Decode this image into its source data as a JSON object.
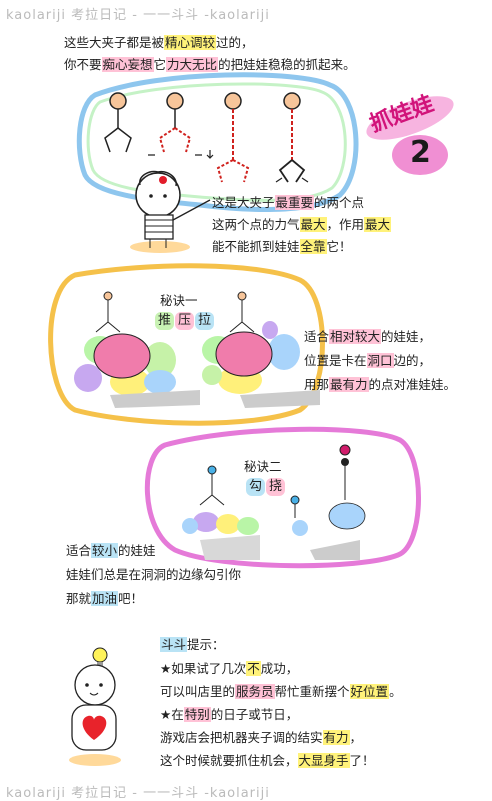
{
  "watermark": {
    "top": "kaolariji  考拉日记 - 一一斗斗 -kaolariji",
    "bottom": "kaolariji  考拉日记 - 一一斗斗 -kaolariji"
  },
  "intro": {
    "line1_a": "这些大夹子都是被",
    "line1_hl": "精心调较",
    "line1_b": "过的，",
    "line2_a": "你不要",
    "line2_hl1": "痴心妄想",
    "line2_b": "它",
    "line2_hl2": "力大无比",
    "line2_c": "的把娃娃稳稳的抓起来。"
  },
  "title": {
    "main": "抓娃娃",
    "number": "2"
  },
  "claw_note": {
    "line1_a": "这是大夹子",
    "line1_hl": "最重要",
    "line1_b": "的两个点",
    "line2_a": "这两个点的力气",
    "line2_hl1": "最大",
    "line2_b": "，作用",
    "line2_hl2": "最大",
    "line3_a": "能不能抓到娃娃",
    "line3_hl": "全靠",
    "line3_b": "它！"
  },
  "secret1": {
    "label": "秘诀一",
    "actions": [
      "推",
      "压",
      "拉"
    ],
    "desc_line1_a": "适合",
    "desc_line1_hl": "相对较大",
    "desc_line1_b": "的娃娃，",
    "desc_line2_a": "位置是卡在",
    "desc_line2_hl": "洞口",
    "desc_line2_b": "边的，",
    "desc_line3_a": "用那",
    "desc_line3_hl": "最有力",
    "desc_line3_b": "的点对准娃娃。"
  },
  "secret2": {
    "label": "秘诀二",
    "actions": [
      "勾",
      "挠"
    ],
    "desc_line1_a": "适合",
    "desc_line1_hl": "较小",
    "desc_line1_b": "的娃娃",
    "desc_line2": "娃娃们总是在洞洞的边缘勾引你",
    "desc_line3_a": "那就",
    "desc_line3_hl": "加油",
    "desc_line3_b": "吧！"
  },
  "tips": {
    "header_hl": "斗斗",
    "header_b": "提示：",
    "l1_a": "★如果试了几次",
    "l1_hl": "不",
    "l1_b": "成功，",
    "l2_a": "可以叫店里的",
    "l2_hl1": "服务员",
    "l2_b": "帮忙重新摆个",
    "l2_hl2": "好位置",
    "l2_c": "。",
    "l3_a": "★在",
    "l3_hl": "特别",
    "l3_b": "的日子或节日，",
    "l4_a": "游戏店会把机器夹子调的结实",
    "l4_hl": "有力",
    "l4_b": "，",
    "l5_a": "这个时候就要抓住机会，",
    "l5_hl": "大显身手",
    "l5_b": "了！"
  },
  "colors": {
    "pink_highlight": "#ffc2d6",
    "yellow_highlight": "#fff27a",
    "blue_highlight": "#b9e3f5",
    "orange_frame": "#f5c14a",
    "magenta_frame": "#e57ad8",
    "blue_frame": "#8ec6ee"
  }
}
